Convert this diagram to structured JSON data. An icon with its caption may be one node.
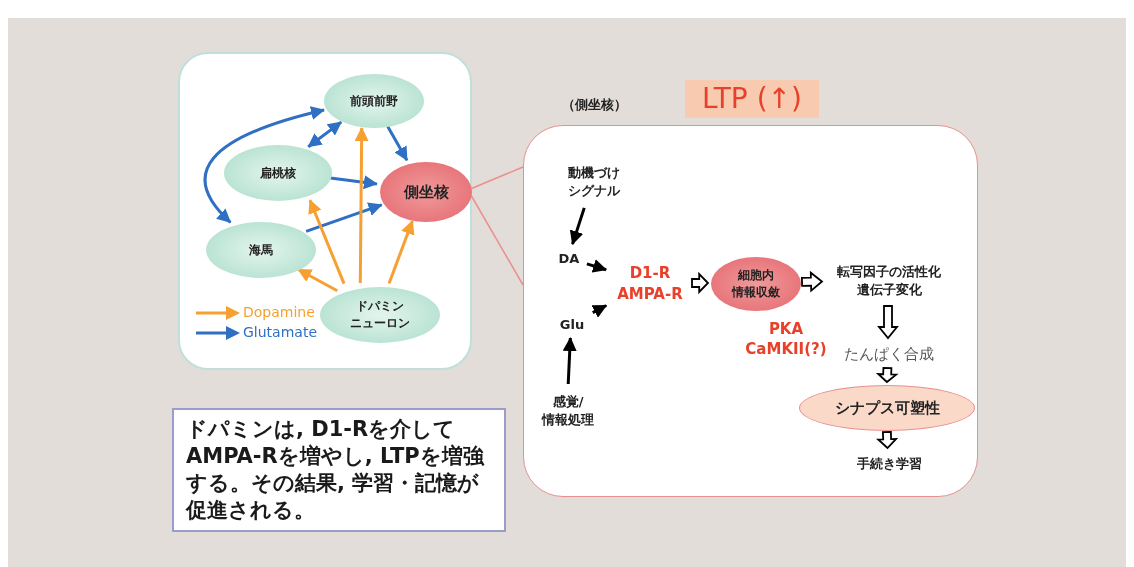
{
  "diagram": {
    "nodes": [
      {
        "text": [],
        "shape": "box"
      },
      {
        "text": [
          "前頭前野"
        ],
        "in": 0
      },
      {
        "text": [
          "扁桃核"
        ],
        "in": 0
      },
      {
        "text": [
          "側坐核"
        ],
        "in": 0
      },
      {
        "text": [
          "海馬"
        ],
        "in": 0
      },
      {
        "text": [
          "ドパミンニューロン"
        ],
        "in": 0
      },
      {
        "text": [
          "LTP (↑)"
        ]
      },
      {
        "text": [
          "（側坐核）"
        ]
      },
      {
        "text": [
          "動機づけシグナル"
        ],
        "in": 7
      },
      {
        "text": [
          "DA"
        ],
        "in": 7
      },
      {
        "text": [
          "D1-R AMPA-R"
        ],
        "in": 7
      },
      {
        "text": [
          "Glu"
        ],
        "in": 7
      },
      {
        "text": [
          "感覚/情報処理"
        ],
        "in": 7
      },
      {
        "text": [
          "細胞内情報収斂"
        ],
        "in": 7,
        "beside": [
          "PKA CaMKII(?)"
        ]
      },
      {
        "text": [
          "転写因子の活性化遺伝子変化"
        ],
        "in": 7
      },
      {
        "text": [
          "たんぱく合成"
        ],
        "in": 7
      },
      {
        "text": [
          "シナプス可塑性"
        ],
        "in": 7
      },
      {
        "text": [
          "手続き学習"
        ],
        "in": 7
      },
      {
        "text": [
          "ドパミンは, D1-Rを介して AMPA-Rを増やし, LTPを増強する。その結果, 学習・記憶が促進される。"
        ]
      }
    ],
    "edges": [
      {
        "from": 2,
        "to": 1,
        "arrow": "both",
        "color": "#2f6fc4"
      },
      {
        "from": 1,
        "to": 4,
        "arrow": "both",
        "color": "#2f6fc4"
      },
      {
        "from": 1,
        "to": 3,
        "arrow": "to",
        "color": "#2f6fc4"
      },
      {
        "from": 2,
        "to": 3,
        "arrow": "to",
        "color": "#2f6fc4"
      },
      {
        "from": 4,
        "to": 3,
        "arrow": "to",
        "color": "#2f6fc4"
      },
      {
        "from": 5,
        "to": 4,
        "arrow": "to",
        "color": "#f5a030"
      },
      {
        "from": 5,
        "to": 2,
        "arrow": "to",
        "color": "#f5a030"
      },
      {
        "from": 5,
        "to": 1,
        "arrow": "to",
        "color": "#f5a030"
      },
      {
        "from": 5,
        "to": 3,
        "arrow": "to",
        "color": "#f5a030"
      },
      {
        "from": 3,
        "to": 7,
        "arrow": "none",
        "color": "#e89090"
      },
      {
        "from": 8,
        "to": 9,
        "arrow": "to",
        "color": "#000000"
      },
      {
        "from": 9,
        "to": 10,
        "arrow": "to",
        "color": "#000000"
      },
      {
        "from": 11,
        "to": 10,
        "arrow": "to",
        "color": "#000000"
      },
      {
        "from": 12,
        "to": 11,
        "arrow": "to",
        "color": "#000000"
      },
      {
        "from": 10,
        "to": 13,
        "arrow": "to",
        "style": "thick"
      },
      {
        "from": 13,
        "to": 14,
        "arrow": "to",
        "style": "thick"
      },
      {
        "from": 14,
        "to": 15,
        "arrow": "to",
        "style": "thick"
      },
      {
        "from": 15,
        "to": 16,
        "arrow": "to",
        "style": "thick"
      },
      {
        "from": 16,
        "to": 17,
        "arrow": "to",
        "style": "thick"
      }
    ],
    "legend": [
      {
        "text": "Dopamine",
        "color": "#f5a030"
      },
      {
        "text": "Glutamate",
        "color": "#2f6fc4"
      }
    ]
  }
}
